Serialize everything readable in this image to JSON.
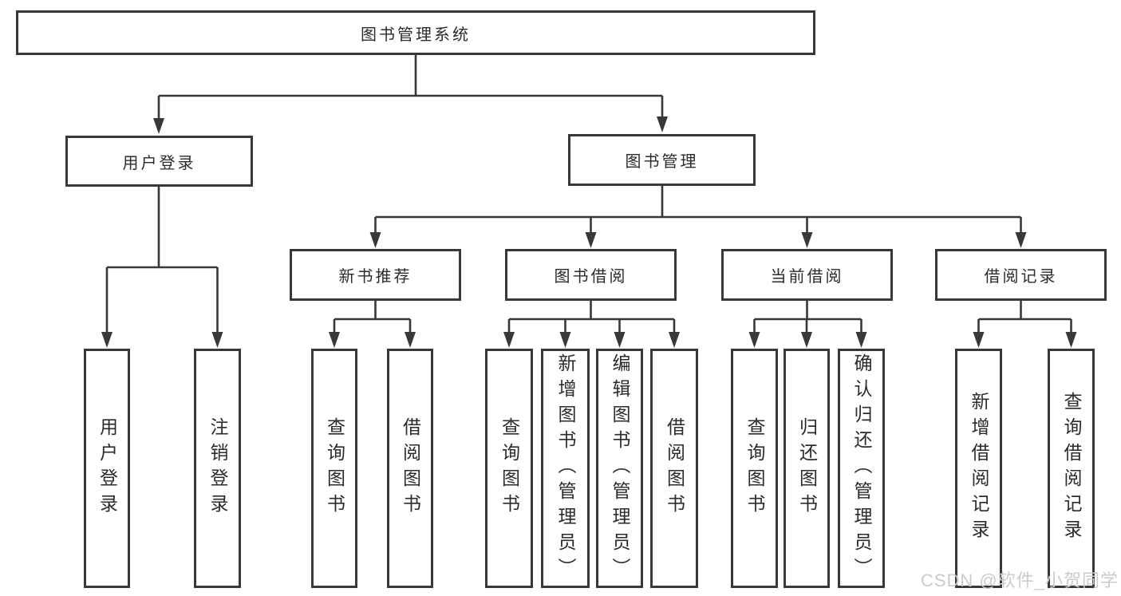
{
  "diagram": {
    "root": {
      "label": "图书管理系统"
    },
    "login": {
      "label": "用户登录",
      "children": [
        {
          "label": "用户登录"
        },
        {
          "label": "注销登录"
        }
      ]
    },
    "management": {
      "label": "图书管理",
      "sections": [
        {
          "label": "新书推荐",
          "children": [
            {
              "label": "查询图书"
            },
            {
              "label": "借阅图书"
            }
          ]
        },
        {
          "label": "图书借阅",
          "children": [
            {
              "label": "查询图书"
            },
            {
              "label": "新增图书（管理员）"
            },
            {
              "label": "编辑图书（管理员）"
            },
            {
              "label": "借阅图书"
            }
          ]
        },
        {
          "label": "当前借阅",
          "children": [
            {
              "label": "查询图书"
            },
            {
              "label": "归还图书"
            },
            {
              "label": "确认归还（管理员）"
            }
          ]
        },
        {
          "label": "借阅记录",
          "children": [
            {
              "label": "新增借阅记录"
            },
            {
              "label": "查询借阅记录"
            }
          ]
        }
      ]
    }
  },
  "watermark": {
    "text": "CSDN @软件_小贺同学"
  },
  "colors": {
    "line": "#383838",
    "box_border": "#383838",
    "text": "#2b2b2b",
    "watermark": "#cbcbcb",
    "background": "#ffffff"
  }
}
